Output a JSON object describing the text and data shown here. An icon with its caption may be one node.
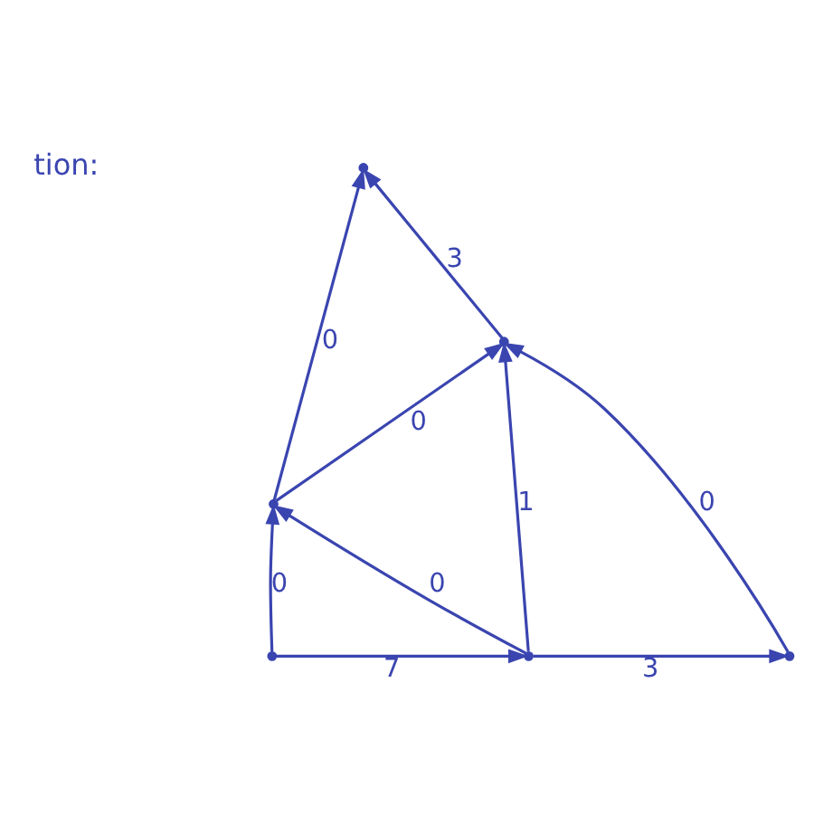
{
  "diagram": {
    "nodes": [
      {
        "text": [],
        "shape": "point"
      },
      {
        "text": [],
        "shape": "point"
      },
      {
        "text": [],
        "shape": "point"
      },
      {
        "text": [],
        "shape": "point"
      },
      {
        "text": [],
        "shape": "point"
      },
      {
        "text": [],
        "shape": "point"
      }
    ],
    "edges": [
      {
        "from": 1,
        "to": 0,
        "arrow": "to",
        "label": "0"
      },
      {
        "from": 2,
        "to": 0,
        "arrow": "to",
        "label": "3"
      },
      {
        "from": 1,
        "to": 2,
        "arrow": "to",
        "label": "0"
      },
      {
        "from": 3,
        "to": 1,
        "arrow": "to",
        "label": "0"
      },
      {
        "from": 4,
        "to": 1,
        "arrow": "to",
        "label": "0"
      },
      {
        "from": 4,
        "to": 2,
        "arrow": "to",
        "label": "1"
      },
      {
        "from": 5,
        "to": 2,
        "arrow": "to",
        "label": "0"
      },
      {
        "from": 3,
        "to": 4,
        "arrow": "to",
        "label": "7"
      },
      {
        "from": 4,
        "to": 5,
        "arrow": "to",
        "label": "3"
      }
    ],
    "labels": [
      "tion:"
    ]
  }
}
